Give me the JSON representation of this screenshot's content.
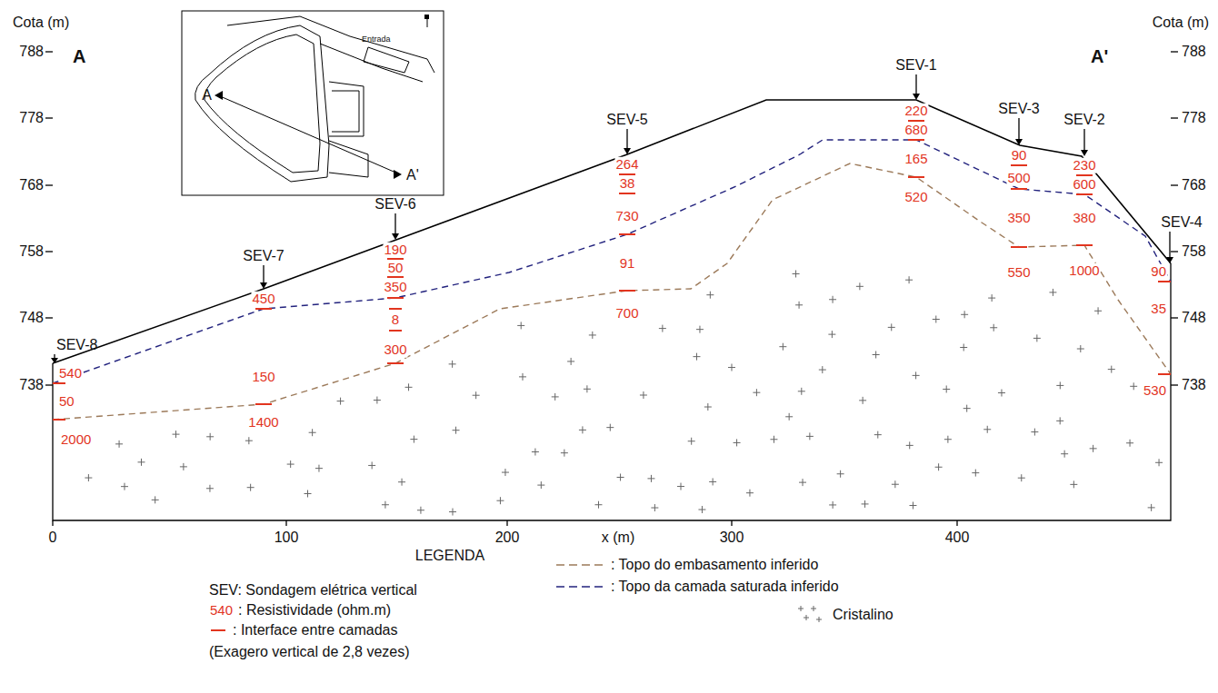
{
  "diagram": {
    "labels": [
      "Cota (m)",
      "Cota (m)",
      "788",
      "778",
      "768",
      "758",
      "748",
      "738",
      "788",
      "778",
      "768",
      "758",
      "748",
      "738",
      "A",
      "A'",
      "0",
      "100",
      "200",
      "300",
      "400",
      "x (m)",
      "SEV-1",
      "SEV-3",
      "SEV-2",
      "SEV-5",
      "SEV-6",
      "SEV-7",
      "SEV-8",
      "SEV-4",
      "540",
      "50",
      "2000",
      "450",
      "150",
      "1400",
      "190",
      "50",
      "350",
      "8",
      "300",
      "264",
      "38",
      "730",
      "91",
      "700",
      "220",
      "680",
      "165",
      "520",
      "90",
      "500",
      "350",
      "550",
      "230",
      "600",
      "380",
      "1000",
      "90",
      "35",
      "530",
      "SEV: Sondagem elétrica vertical",
      "540",
      "LEGENDA",
      "(Exagero vertical de 2,8 vezes)",
      "A",
      "A'",
      "Entrada"
    ],
    "legend": [
      {
        "text": ": Resistividade (ohm.m)"
      },
      {
        "text": ": Interface entre camadas"
      },
      {
        "text": ": Topo do embasamento inferido"
      },
      {
        "text": ": Topo da camada saturada inferido"
      },
      {
        "text": "Cristalino"
      }
    ]
  }
}
